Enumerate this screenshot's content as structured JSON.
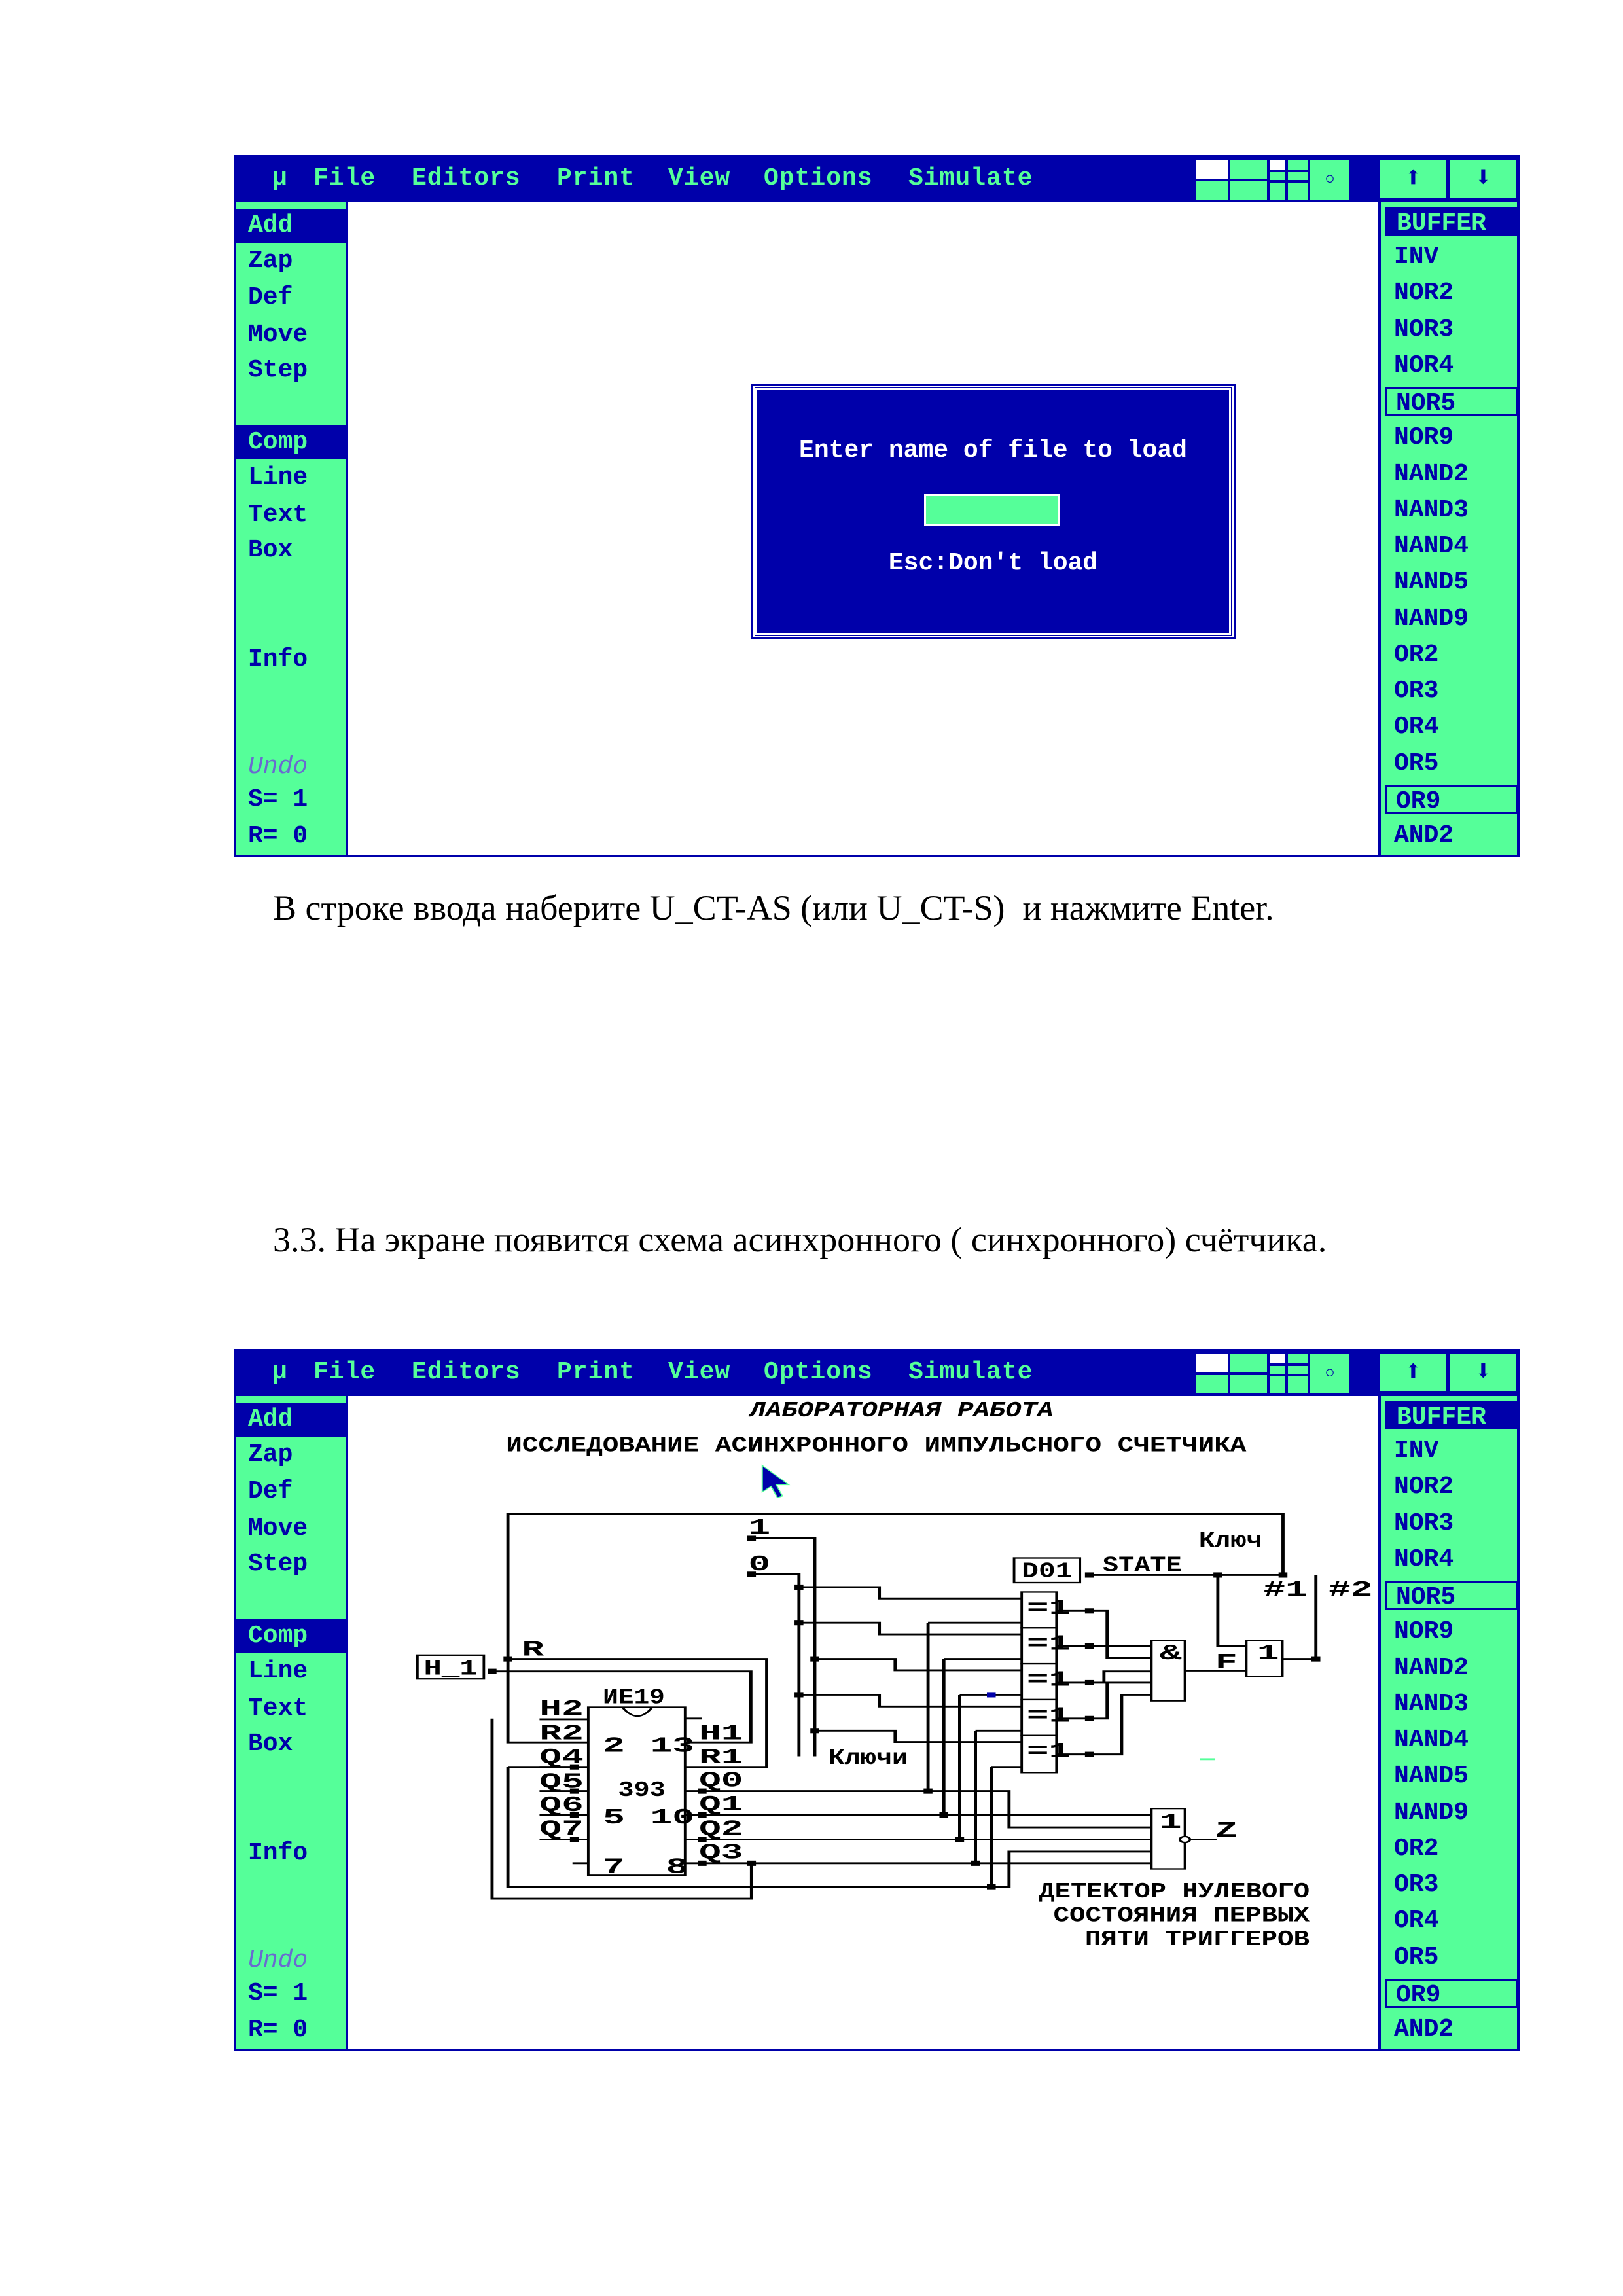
{
  "screens": [
    {
      "menu": [
        "µ",
        "File",
        "Editors",
        "Print",
        "View",
        "Options",
        "Simulate"
      ],
      "left_panel": [
        {
          "label": "Add",
          "state": "highlight"
        },
        {
          "label": "Zap"
        },
        {
          "label": "Def"
        },
        {
          "label": "Move"
        },
        {
          "label": "Step"
        },
        {
          "label": "Comp",
          "state": "highlight"
        },
        {
          "label": "Line"
        },
        {
          "label": "Text"
        },
        {
          "label": "Box"
        },
        {
          "label": "Info"
        },
        {
          "label": "Undo",
          "state": "disabled"
        },
        {
          "label": "S= 1"
        },
        {
          "label": "R= 0"
        }
      ],
      "right_panel": [
        {
          "label": "BUFFER",
          "state": "selected"
        },
        {
          "label": "INV"
        },
        {
          "label": "NOR2"
        },
        {
          "label": "NOR3"
        },
        {
          "label": "NOR4"
        },
        {
          "label": "NOR5",
          "state": "boxed"
        },
        {
          "label": "NOR9"
        },
        {
          "label": "NAND2"
        },
        {
          "label": "NAND3"
        },
        {
          "label": "NAND4"
        },
        {
          "label": "NAND5"
        },
        {
          "label": "NAND9"
        },
        {
          "label": "OR2"
        },
        {
          "label": "OR3"
        },
        {
          "label": "OR4"
        },
        {
          "label": "OR5"
        },
        {
          "label": "OR9",
          "state": "boxed"
        },
        {
          "label": "AND2"
        }
      ],
      "dialog": {
        "prompt": "Enter name of file to load",
        "input_value": "",
        "cancel_hint": "Esc:Don't load"
      }
    },
    {
      "menu": [
        "µ",
        "File",
        "Editors",
        "Print",
        "View",
        "Options",
        "Simulate"
      ],
      "left_panel": [
        {
          "label": "Add",
          "state": "highlight"
        },
        {
          "label": "Zap"
        },
        {
          "label": "Def"
        },
        {
          "label": "Move"
        },
        {
          "label": "Step"
        },
        {
          "label": "Comp",
          "state": "highlight"
        },
        {
          "label": "Line"
        },
        {
          "label": "Text"
        },
        {
          "label": "Box"
        },
        {
          "label": "Info"
        },
        {
          "label": "Undo",
          "state": "disabled"
        },
        {
          "label": "S= 1"
        },
        {
          "label": "R= 0"
        }
      ],
      "right_panel": [
        {
          "label": "BUFFER",
          "state": "selected"
        },
        {
          "label": "INV"
        },
        {
          "label": "NOR2"
        },
        {
          "label": "NOR3"
        },
        {
          "label": "NOR4"
        },
        {
          "label": "NOR5",
          "state": "boxed"
        },
        {
          "label": "NOR9"
        },
        {
          "label": "NAND2"
        },
        {
          "label": "NAND3"
        },
        {
          "label": "NAND4"
        },
        {
          "label": "NAND5"
        },
        {
          "label": "NAND9"
        },
        {
          "label": "OR2"
        },
        {
          "label": "OR3"
        },
        {
          "label": "OR4"
        },
        {
          "label": "OR5"
        },
        {
          "label": "OR9",
          "state": "boxed"
        },
        {
          "label": "AND2"
        }
      ]
    }
  ],
  "toolbar_icons": [
    "layout-grid-icon",
    "circle-icon",
    "arrow-up-icon",
    "arrow-down-icon"
  ],
  "text": {
    "instruction": "В строке ввода наберите U_CT-AS (или U_CT-S)  и нажмите Enter.",
    "step_3_3": "3.3. На экране появится схема асинхронного ( синхронного) счётчика."
  },
  "schematic": {
    "title": "ЛАБОРАТОРНАЯ РАБОТА",
    "subtitle": "ИССЛЕДОВАНИЕ АСИНХРОННОГО ИМПУЛЬСНОГО СЧЕТЧИКА",
    "const_one": "1",
    "const_zero": "0",
    "keys_label": "Ключи",
    "key_label": "Ключ",
    "d01": "D01",
    "state": "STATE",
    "n1": "#1",
    "n2": "#2",
    "xor": "=1",
    "and": "&",
    "or": "1",
    "f": "F",
    "z": "Z",
    "h1_box": "H_1",
    "r": "R",
    "chip_name": "ИЕ19",
    "chip_type": "393",
    "pins_left": [
      "H2",
      "R2",
      "Q4",
      "Q5",
      "Q6",
      "Q7"
    ],
    "pins_right": [
      "H1",
      "R1",
      "Q0",
      "Q1",
      "Q2",
      "Q3"
    ],
    "pin_nums": [
      "2",
      "13",
      "5",
      "10",
      "7",
      "8"
    ],
    "caption": [
      "ДЕТЕКТОР НУЛЕВОГО",
      "СОСТОЯНИЯ ПЕРВЫХ",
      "ПЯТИ ТРИГГЕРОВ"
    ]
  },
  "colors": {
    "blue": "#0000aa",
    "green": "#55ff99",
    "white": "#ffffff"
  }
}
